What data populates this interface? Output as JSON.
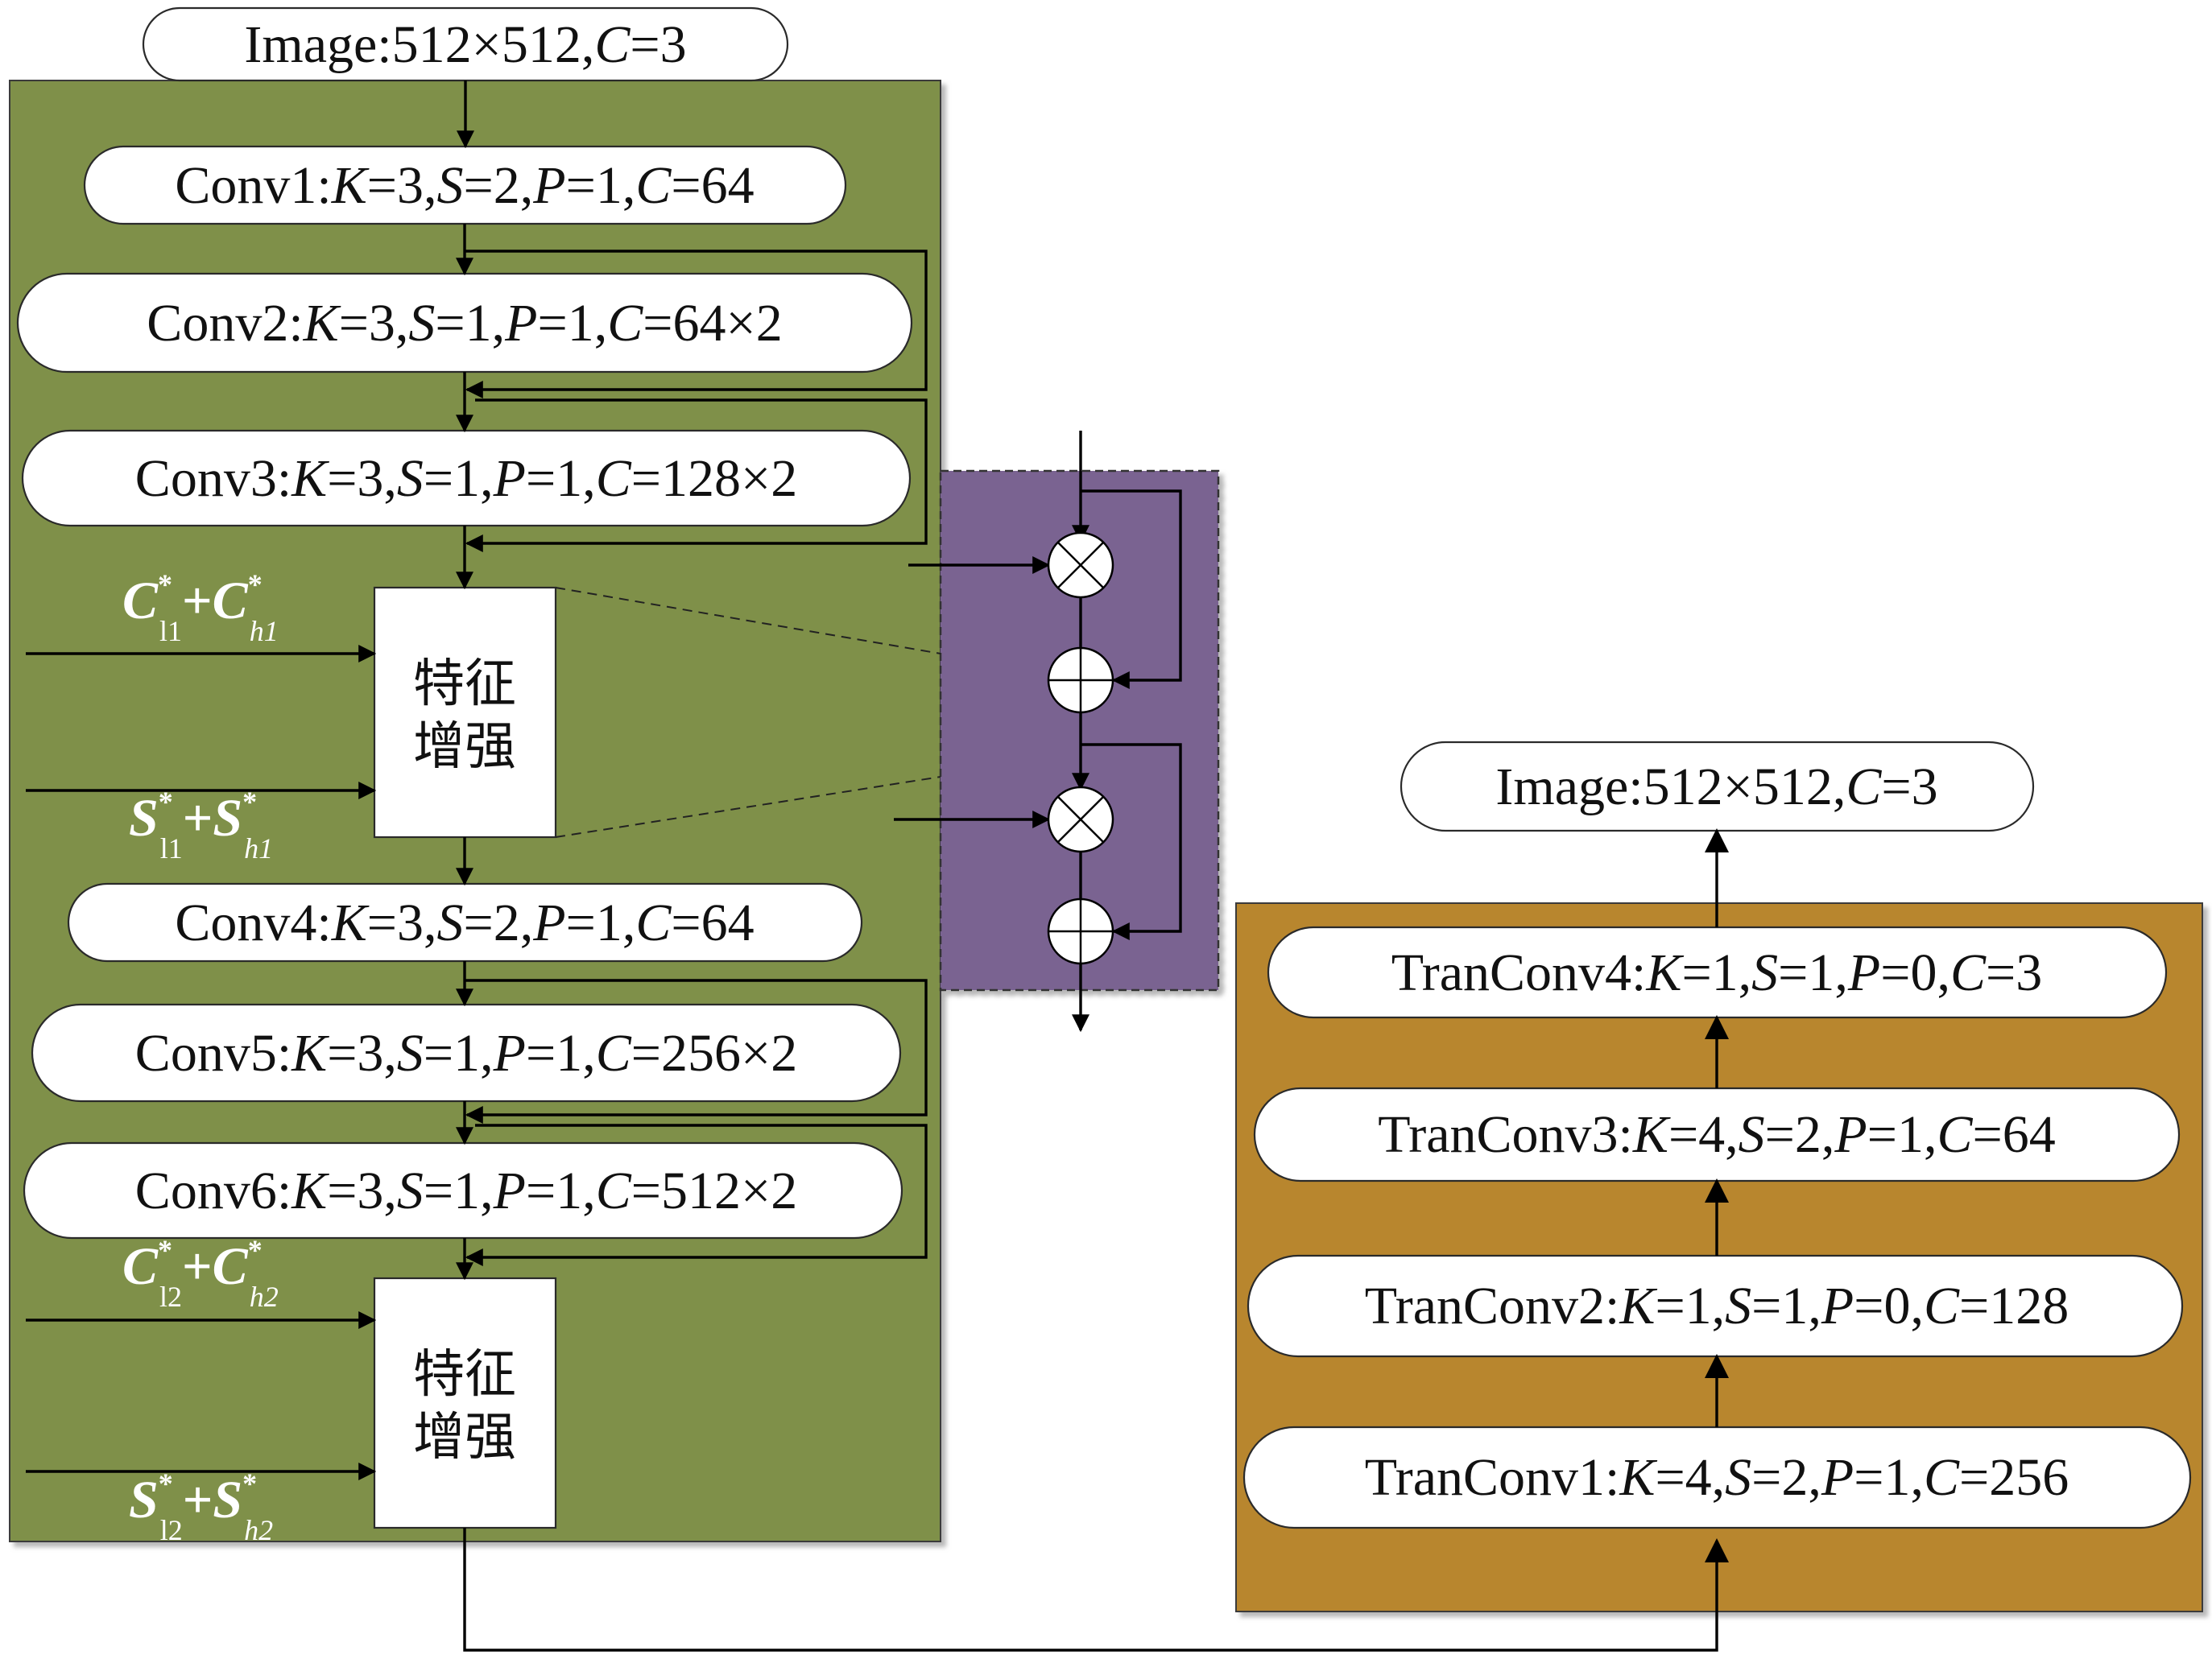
{
  "input_image": {
    "prefix": "Image:512×512,",
    "c_var": "C",
    "c_val": "=3"
  },
  "output_image": {
    "prefix": "Image:512×512,",
    "c_var": "C",
    "c_val": "=3"
  },
  "encoder": {
    "color": "#7f9049",
    "layers": [
      {
        "name": "Conv1:",
        "k": "=3,",
        "s": "=2,",
        "p": "=1,",
        "c": "=64"
      },
      {
        "name": "Conv2:",
        "k": "=3,",
        "s": "=1,",
        "p": "=1,",
        "c": "=64×2"
      },
      {
        "name": "Conv3:",
        "k": "=3,",
        "s": "=1,",
        "p": "=1,",
        "c": "=128×2"
      },
      {
        "name": "Conv4:",
        "k": "=3,",
        "s": "=2,",
        "p": "=1,",
        "c": "=64"
      },
      {
        "name": "Conv5:",
        "k": "=3,",
        "s": "=1,",
        "p": "=1,",
        "c": "=256×2"
      },
      {
        "name": "Conv6:",
        "k": "=3,",
        "s": "=1,",
        "p": "=1,",
        "c": "=512×2"
      }
    ],
    "feature_enhance": {
      "line1": "特征",
      "line2": "增强"
    },
    "inputs": {
      "c1": {
        "a": "C",
        "sup_a": "*",
        "sub_a": "l1",
        "plus": "+",
        "b": "C",
        "sup_b": "*",
        "sub_b": "h1"
      },
      "s1": {
        "a": "S",
        "sup_a": "*",
        "sub_a": "l1",
        "plus": "+",
        "b": "S",
        "sup_b": "*",
        "sub_b": "h1"
      },
      "c2": {
        "a": "C",
        "sup_a": "*",
        "sub_a": "l2",
        "plus": "+",
        "b": "C",
        "sup_b": "*",
        "sub_b": "h2"
      },
      "s2": {
        "a": "S",
        "sup_a": "*",
        "sub_a": "l2",
        "plus": "+",
        "b": "S",
        "sup_b": "*",
        "sub_b": "h2"
      }
    }
  },
  "detail": {
    "color": "#7a6491"
  },
  "decoder": {
    "color": "#b8862f",
    "layers": [
      {
        "name": "TranConv4:",
        "k": "=1,",
        "s": "=1,",
        "p": "=0,",
        "c": "=3"
      },
      {
        "name": "TranConv3:",
        "k": "=4,",
        "s": "=2,",
        "p": "=1,",
        "c": "=64"
      },
      {
        "name": "TranConv2:",
        "k": "=1,",
        "s": "=1,",
        "p": "=0,",
        "c": "=128"
      },
      {
        "name": "TranConv1:",
        "k": "=4,",
        "s": "=2,",
        "p": "=1,",
        "c": "=256"
      }
    ]
  },
  "vars": {
    "k": "K",
    "s": "S",
    "p": "P",
    "c": "C"
  }
}
